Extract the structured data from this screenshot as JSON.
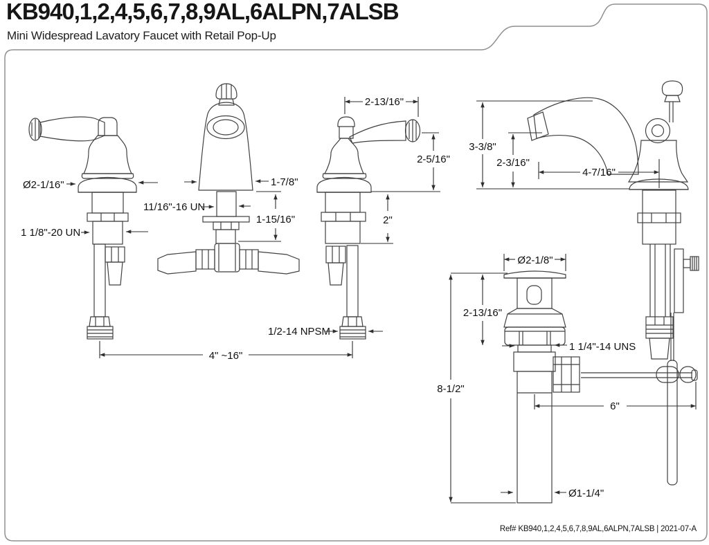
{
  "header": {
    "title": "KB940,1,2,4,5,6,7,8,9AL,6ALPN,7ALSB",
    "subtitle": "Mini Widespread Lavatory Faucet with Retail Pop-Up"
  },
  "footer": {
    "ref": "Ref# KB940,1,2,4,5,6,7,8,9AL,6ALPN,7ALSB | 2021-07-A"
  },
  "dims": {
    "handle_front": {
      "escutcheon_dia": "Ø2-1/16\"",
      "mount_thread": "1 1/8\"-20 UN"
    },
    "spout_front": {
      "base_width": "1-7/8\"",
      "spout_thread": "11/16\"-16 UN",
      "shank_length": "1-15/16\""
    },
    "handle_side": {
      "width": "2-13/16\"",
      "height_above_deck": "2-5/16\"",
      "shank_below_deck": "2\""
    },
    "spread": "4\" ~16\"",
    "supply_thread": "1/2-14 NPSM",
    "faucet_side": {
      "overall_height": "3-3/8\"",
      "spout_height": "2-3/16\"",
      "reach": "4-7/16\""
    },
    "drain": {
      "flange_dia": "Ø2-1/8\"",
      "upper_height": "2-13/16\"",
      "overall_height": "8-1/2\"",
      "drain_thread": "1 1/4\"-14 UNS",
      "rod_reach": "6\"",
      "tailpiece_dia": "Ø1-1/4\""
    }
  }
}
